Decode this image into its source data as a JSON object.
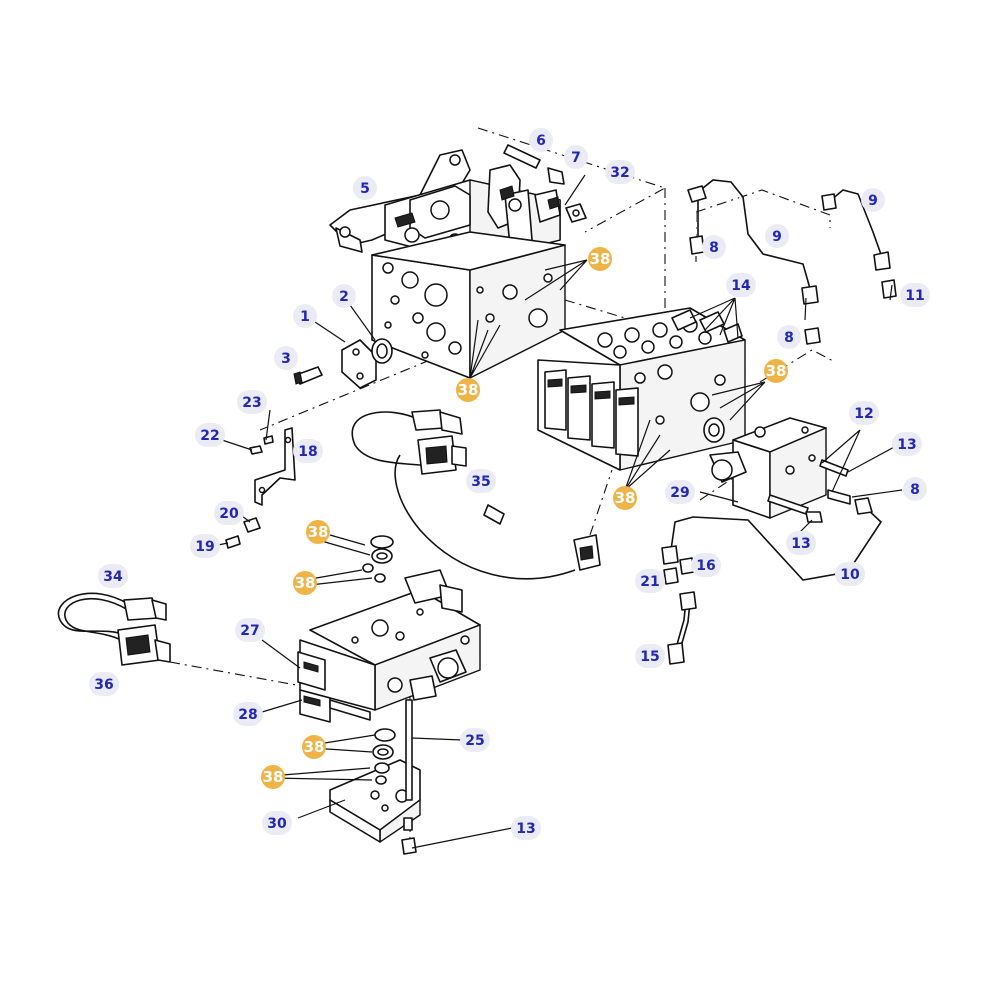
{
  "diagram": {
    "callouts": [
      {
        "id": "c1",
        "label": "1"
      },
      {
        "id": "c2",
        "label": "2"
      },
      {
        "id": "c3",
        "label": "3"
      },
      {
        "id": "c5",
        "label": "5"
      },
      {
        "id": "c6",
        "label": "6"
      },
      {
        "id": "c7",
        "label": "7"
      },
      {
        "id": "c8a",
        "label": "8"
      },
      {
        "id": "c8b",
        "label": "8"
      },
      {
        "id": "c8c",
        "label": "8"
      },
      {
        "id": "c9a",
        "label": "9"
      },
      {
        "id": "c9b",
        "label": "9"
      },
      {
        "id": "c10",
        "label": "10"
      },
      {
        "id": "c11",
        "label": "11"
      },
      {
        "id": "c12",
        "label": "12"
      },
      {
        "id": "c13a",
        "label": "13"
      },
      {
        "id": "c13b",
        "label": "13"
      },
      {
        "id": "c13c",
        "label": "13"
      },
      {
        "id": "c14",
        "label": "14"
      },
      {
        "id": "c15",
        "label": "15"
      },
      {
        "id": "c16",
        "label": "16"
      },
      {
        "id": "c18",
        "label": "18"
      },
      {
        "id": "c19",
        "label": "19"
      },
      {
        "id": "c20",
        "label": "20"
      },
      {
        "id": "c21",
        "label": "21"
      },
      {
        "id": "c22",
        "label": "22"
      },
      {
        "id": "c23",
        "label": "23"
      },
      {
        "id": "c25",
        "label": "25"
      },
      {
        "id": "c27",
        "label": "27"
      },
      {
        "id": "c28",
        "label": "28"
      },
      {
        "id": "c29",
        "label": "29"
      },
      {
        "id": "c30",
        "label": "30"
      },
      {
        "id": "c32",
        "label": "32"
      },
      {
        "id": "c34",
        "label": "34"
      },
      {
        "id": "c35",
        "label": "35"
      },
      {
        "id": "c36",
        "label": "36"
      }
    ],
    "kit_callouts": [
      {
        "id": "k1",
        "label": "38"
      },
      {
        "id": "k2",
        "label": "38"
      },
      {
        "id": "k3",
        "label": "38"
      },
      {
        "id": "k4",
        "label": "38"
      },
      {
        "id": "k5",
        "label": "38"
      },
      {
        "id": "k6",
        "label": "38"
      },
      {
        "id": "k7",
        "label": "38"
      },
      {
        "id": "k8",
        "label": "38"
      }
    ],
    "colors": {
      "callout_text": "#2328b4",
      "callout_bg": "#ebebf5",
      "kit_badge": "#eeb448",
      "line": "#111111"
    }
  }
}
